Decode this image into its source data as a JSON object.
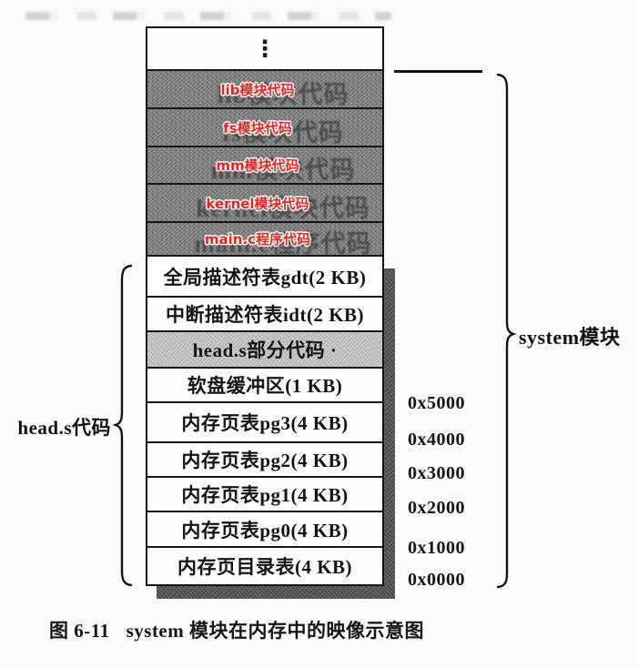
{
  "figure": {
    "caption_label": "图 6-11",
    "caption_title": "system 模块在内存中的映像示意图"
  },
  "labels": {
    "left_brace": "head.s代码",
    "right_brace": "system模块"
  },
  "stack": {
    "boxes": [
      {
        "kind": "ellipsis",
        "label": "⋮"
      },
      {
        "kind": "module",
        "ghost": "lib模块代码",
        "red": "lib模块代码"
      },
      {
        "kind": "module",
        "ghost": "fs模块代码",
        "red": "fs模块代码"
      },
      {
        "kind": "module",
        "ghost": "mm模块代码",
        "red": "mm模块代码"
      },
      {
        "kind": "module",
        "ghost": "kernel模块代码",
        "red": "kernel模块代码"
      },
      {
        "kind": "module",
        "ghost": "main.c程序代码",
        "red": "main.c程序代码"
      },
      {
        "kind": "plain",
        "label": "全局描述符表gdt(2 KB)"
      },
      {
        "kind": "plain",
        "label": "中断描述符表idt(2 KB)"
      },
      {
        "kind": "shaded",
        "label": "head.s部分代码 ·"
      },
      {
        "kind": "plain",
        "label": "软盘缓冲区(1 KB)"
      },
      {
        "kind": "plain",
        "label": "内存页表pg3(4 KB)"
      },
      {
        "kind": "plain",
        "label": "内存页表pg2(4 KB)"
      },
      {
        "kind": "plain",
        "label": "内存页表pg1(4 KB)"
      },
      {
        "kind": "plain",
        "label": "内存页表pg0(4 KB)"
      },
      {
        "kind": "plain",
        "label": "内存页目录表(4 KB)"
      }
    ]
  },
  "addresses": [
    "0x5000",
    "0x4000",
    "0x3000",
    "0x2000",
    "0x1000",
    "0x0000"
  ],
  "colors": {
    "annotation_red": "#e8231e",
    "module_gray": "#8a8a8a",
    "shaded_gray": "#c6c6c6",
    "shadow_gray": "#5e5e5e",
    "ink_black": "#161616"
  }
}
